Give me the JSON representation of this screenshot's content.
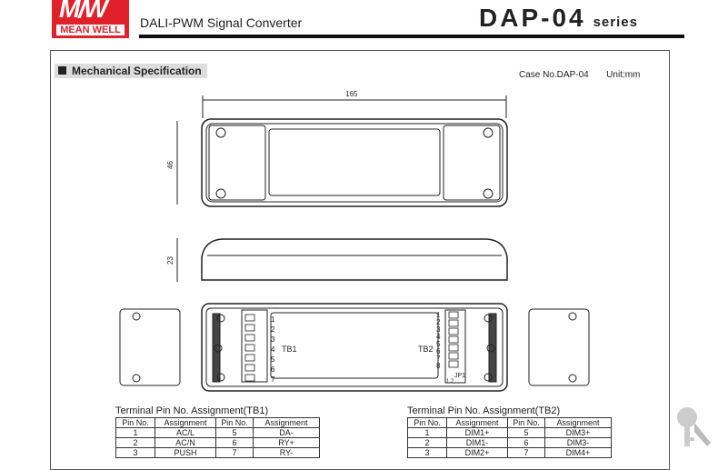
{
  "header": {
    "brand": "MEAN WELL",
    "logo_mark": "MW",
    "title": "DALI-PWM Signal Converter",
    "model": "DAP-04",
    "model_suffix": "series"
  },
  "section": {
    "title": "Mechanical Specification",
    "case_no": "Case No.DAP-04",
    "unit": "Unit:mm"
  },
  "drawing": {
    "width_dim": "165",
    "height_dim": "46",
    "depth_dim": "23",
    "tb1_label": "TB1",
    "tb2_label": "TB2",
    "jp_label": "JP1",
    "jp_pins": "1 2",
    "tb1_pins": [
      "1",
      "2",
      "3",
      "4",
      "5",
      "6",
      "7"
    ],
    "tb2_pins": [
      "1",
      "2",
      "3",
      "4",
      "5",
      "6",
      "7",
      "8"
    ]
  },
  "tb1": {
    "title": "Terminal Pin No. Assignment(TB1)",
    "headers": [
      "Pin No.",
      "Assignment",
      "Pin No.",
      "Assignment"
    ],
    "rows": [
      [
        "1",
        "AC/L",
        "5",
        "DA-"
      ],
      [
        "2",
        "AC/N",
        "6",
        "RY+"
      ],
      [
        "3",
        "PUSH",
        "7",
        "RY-"
      ]
    ]
  },
  "tb2": {
    "title": "Terminal Pin No. Assignment(TB2)",
    "headers": [
      "Pin No.",
      "Assignment",
      "Pin No.",
      "Assignment"
    ],
    "rows": [
      [
        "1",
        "DIM1+",
        "5",
        "DIM3+"
      ],
      [
        "2",
        "DIM1-",
        "6",
        "DIM3-"
      ],
      [
        "3",
        "DIM2+",
        "7",
        "DIM4+"
      ]
    ]
  }
}
